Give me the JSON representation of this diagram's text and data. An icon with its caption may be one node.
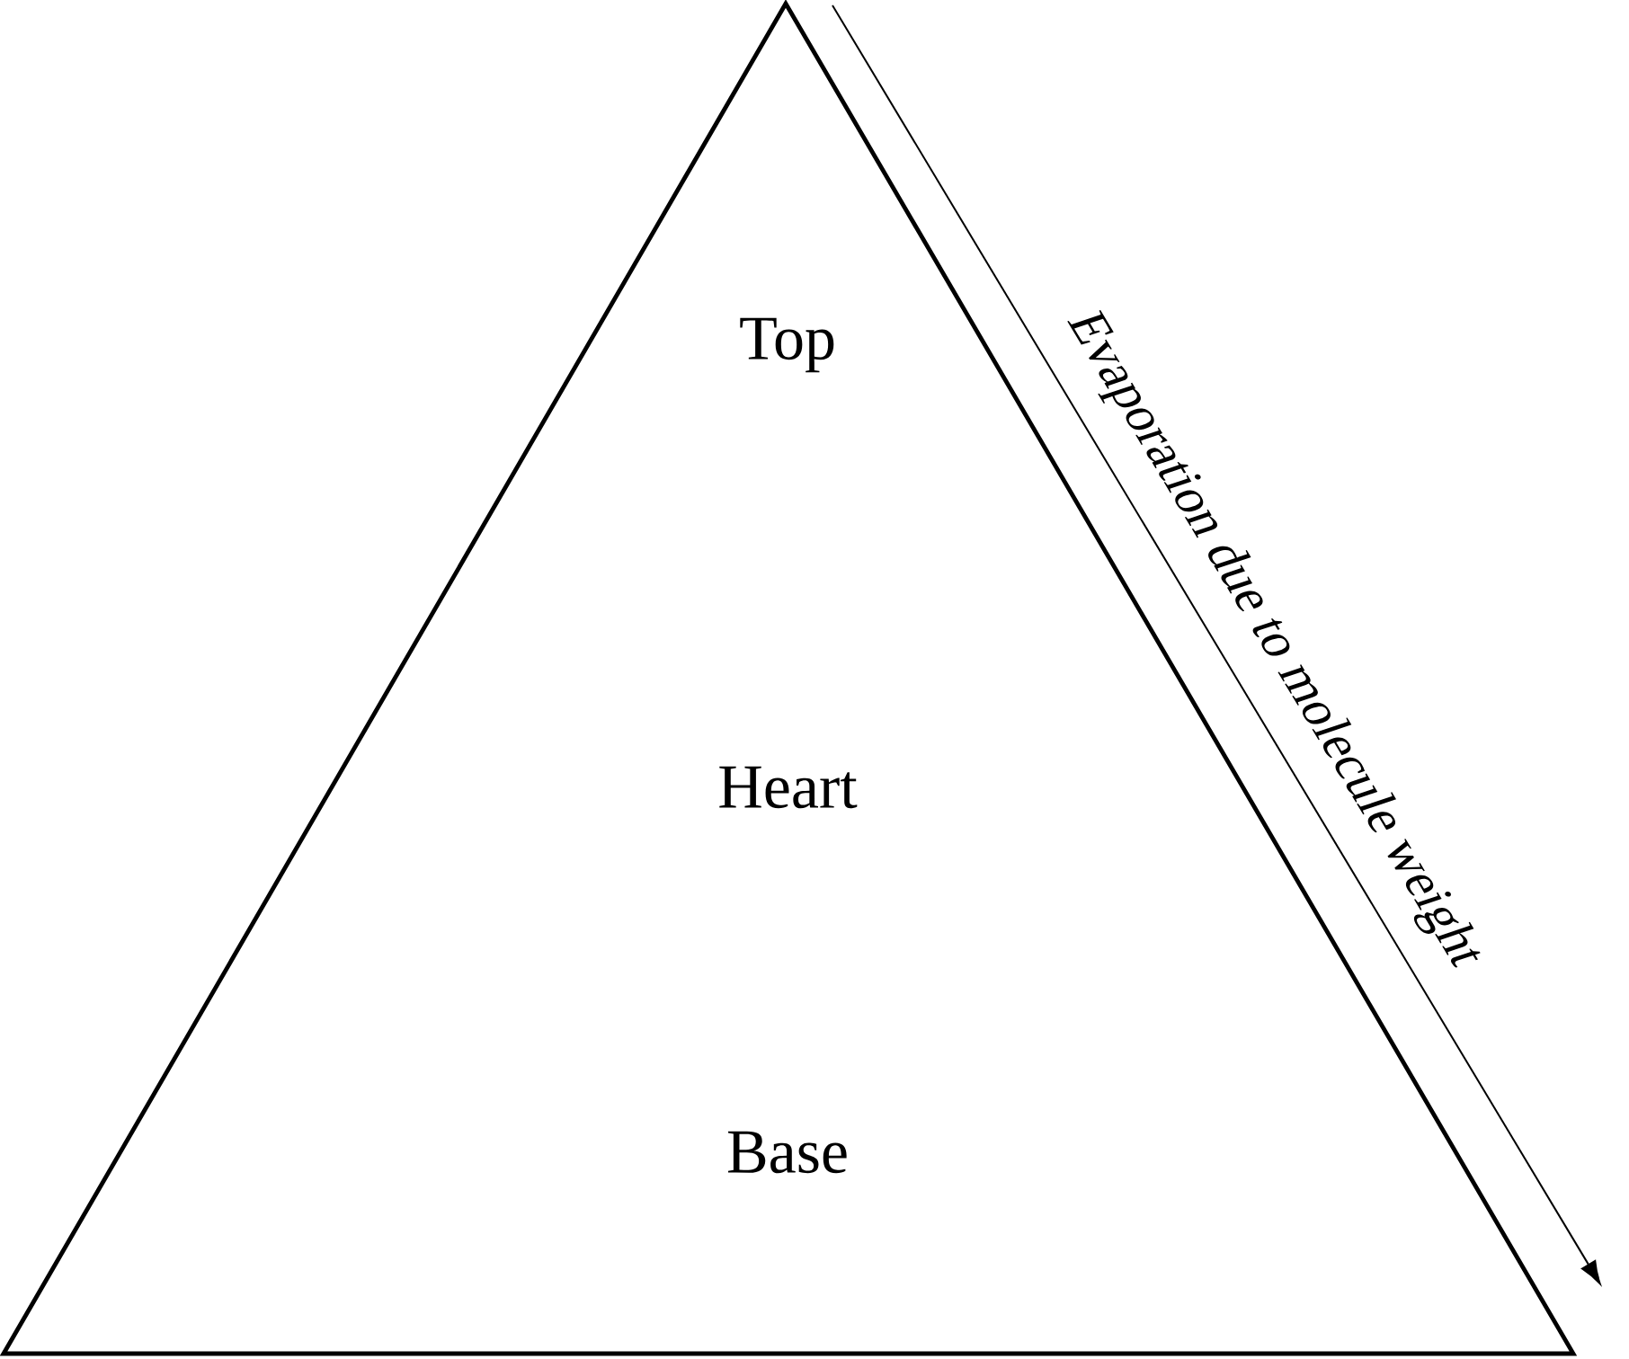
{
  "diagram": {
    "nodes": [
      {
        "text": [
          "Top",
          "Heart",
          "Base"
        ]
      }
    ],
    "labels": [
      "Evaporation due to molecule weight"
    ]
  }
}
